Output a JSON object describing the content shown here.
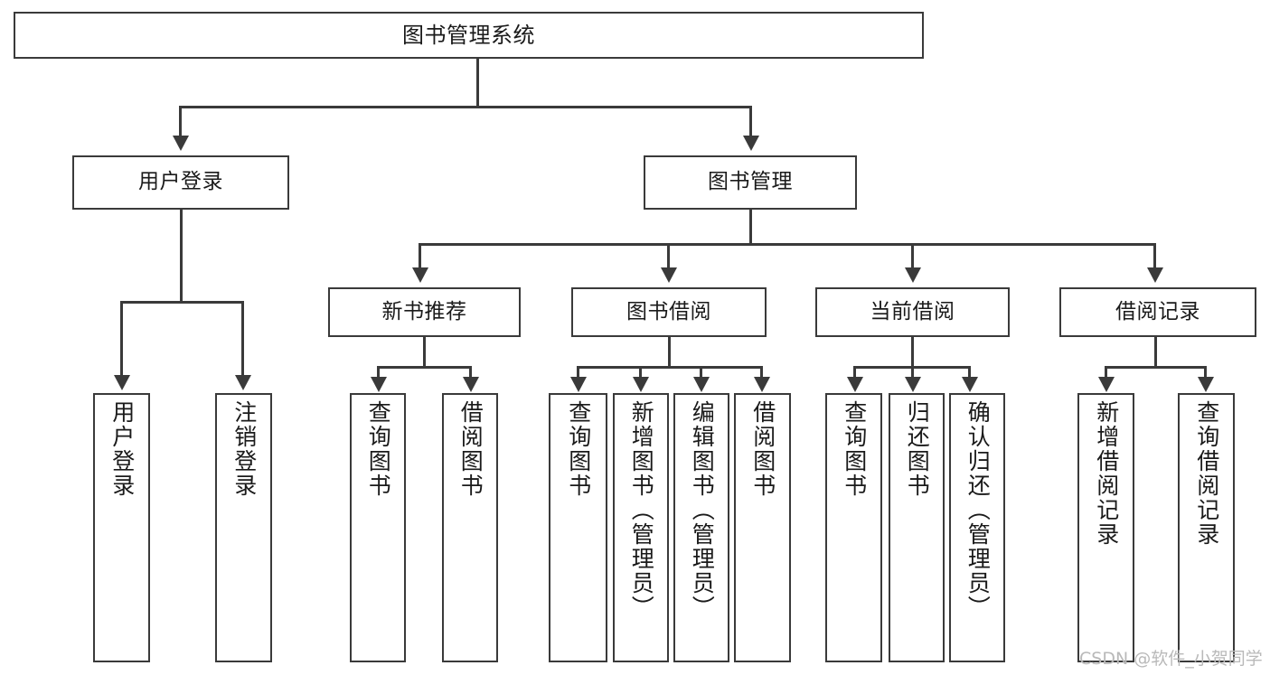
{
  "diagram": {
    "type": "tree",
    "title": "图书管理系统",
    "root": {
      "id": "root",
      "label": "图书管理系统"
    },
    "level2": [
      {
        "id": "user-login",
        "label": "用户登录"
      },
      {
        "id": "book-management",
        "label": "图书管理"
      }
    ],
    "level3": [
      {
        "id": "new-book-recommend",
        "label": "新书推荐",
        "parent": "book-management"
      },
      {
        "id": "book-borrow",
        "label": "图书借阅",
        "parent": "book-management"
      },
      {
        "id": "current-borrow",
        "label": "当前借阅",
        "parent": "book-management"
      },
      {
        "id": "borrow-record",
        "label": "借阅记录",
        "parent": "book-management"
      }
    ],
    "leaves": {
      "user_login": [
        {
          "id": "leaf-user-login",
          "label": "用户登录"
        },
        {
          "id": "leaf-logout-login",
          "label": "注销登录"
        }
      ],
      "new_book_recommend": [
        {
          "id": "leaf-query-book-1",
          "label": "查询图书"
        },
        {
          "id": "leaf-borrow-book-1",
          "label": "借阅图书"
        }
      ],
      "book_borrow": [
        {
          "id": "leaf-query-book-2",
          "label": "查询图书"
        },
        {
          "id": "leaf-add-book",
          "label": "新增图书（管理员）"
        },
        {
          "id": "leaf-edit-book",
          "label": "编辑图书（管理员）"
        },
        {
          "id": "leaf-borrow-book-2",
          "label": "借阅图书"
        }
      ],
      "current_borrow": [
        {
          "id": "leaf-query-book-3",
          "label": "查询图书"
        },
        {
          "id": "leaf-return-book",
          "label": "归还图书"
        },
        {
          "id": "leaf-confirm-return",
          "label": "确认归还（管理员）"
        }
      ],
      "borrow_record": [
        {
          "id": "leaf-add-record",
          "label": "新增借阅记录"
        },
        {
          "id": "leaf-query-record",
          "label": "查询借阅记录"
        }
      ]
    },
    "colors": {
      "stroke": "#3a3a3a",
      "fill": "#ffffff",
      "text": "#1a1a1a",
      "watermark": "#b9b9b9"
    }
  },
  "watermark": {
    "text": "CSDN @软件_小贺同学"
  }
}
